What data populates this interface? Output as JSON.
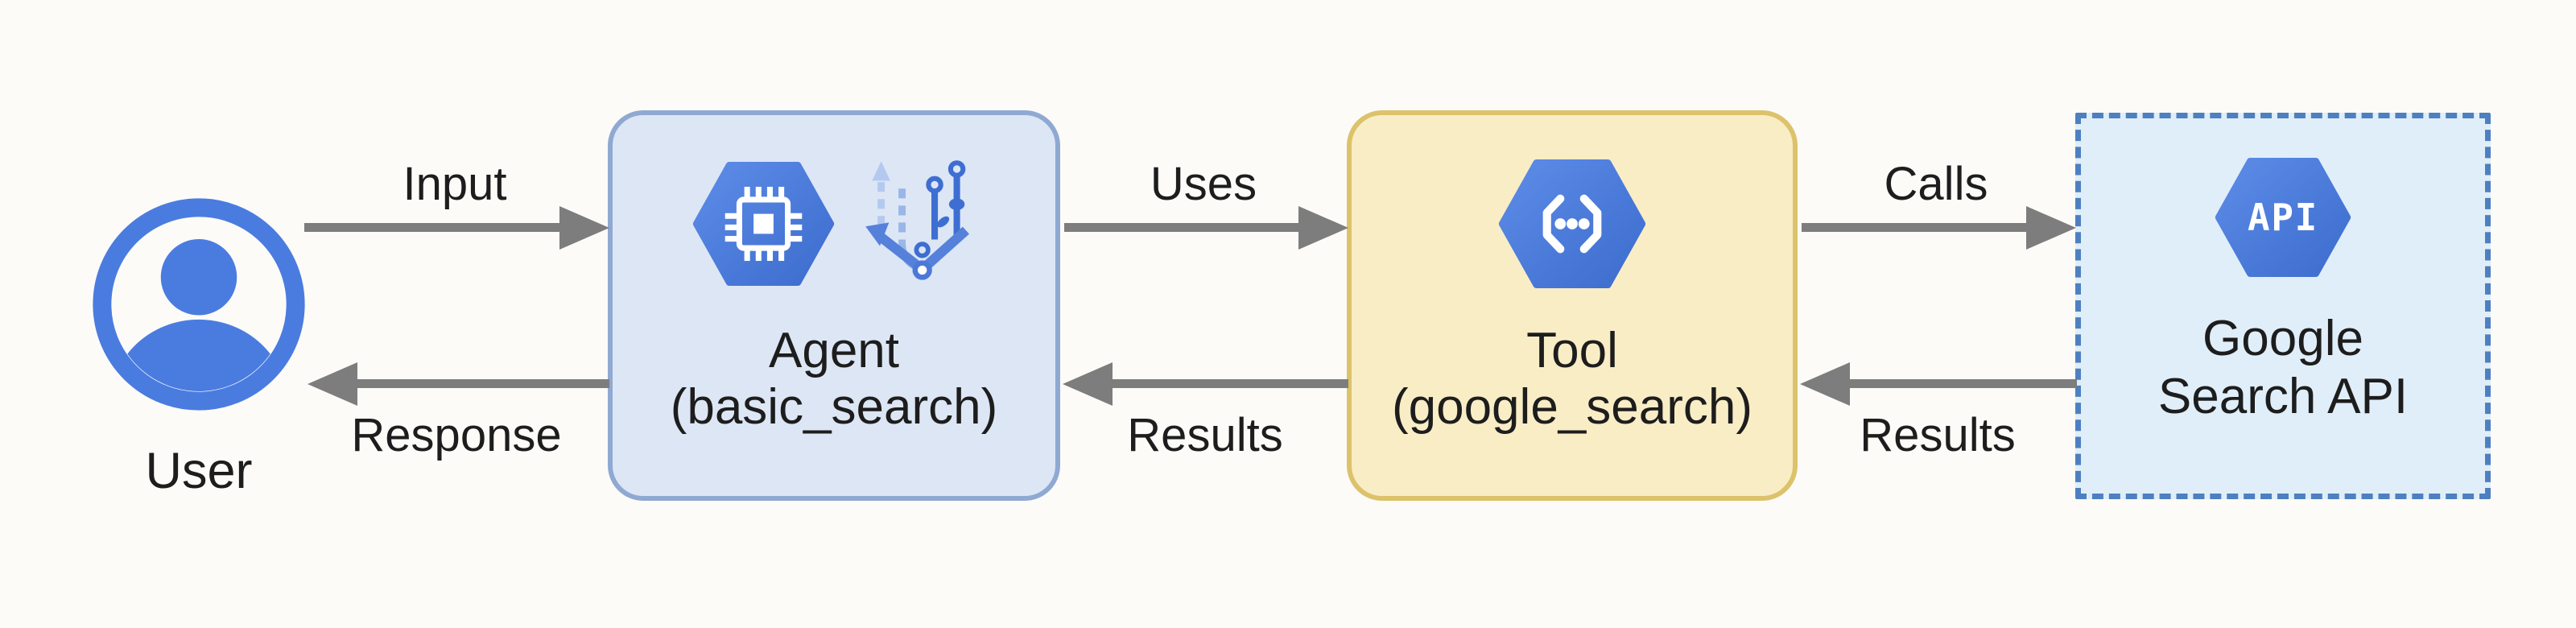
{
  "colors": {
    "bg": "#fcfbf8",
    "text": "#1d1d1d",
    "arrow": "#7d7d7d",
    "user-blue": "#4a7ce0",
    "agent-fill": "#dde6f5",
    "agent-border": "#8fa9d2",
    "tool-fill": "#f9edc6",
    "tool-border": "#dcc26a",
    "api-fill": "#e0eef9",
    "api-border": "#4d80c0",
    "hex-blue-light": "#5d8ce8",
    "hex-blue-dark": "#3c6ccd"
  },
  "diagram": {
    "nodes": {
      "user": {
        "label": "User",
        "icon": "account-circle-icon"
      },
      "agent": {
        "title": "Agent",
        "subtitle": "(basic_search)",
        "icons": [
          "cpu-hexagon-icon",
          "branch-flow-icon"
        ]
      },
      "tool": {
        "title": "Tool",
        "subtitle": "(google_search)",
        "icon": "code-dots-hexagon-icon"
      },
      "api": {
        "title_line1": "Google",
        "title_line2": "Search API",
        "badge": "API",
        "icon": "api-hexagon-icon"
      }
    },
    "edges": {
      "input": {
        "label": "Input",
        "from": "user",
        "to": "agent",
        "direction": "right"
      },
      "uses": {
        "label": "Uses",
        "from": "agent",
        "to": "tool",
        "direction": "right"
      },
      "calls": {
        "label": "Calls",
        "from": "tool",
        "to": "api",
        "direction": "right"
      },
      "response": {
        "label": "Response",
        "from": "agent",
        "to": "user",
        "direction": "left"
      },
      "results_tool_to_agent": {
        "label": "Results",
        "from": "tool",
        "to": "agent",
        "direction": "left"
      },
      "results_api_to_tool": {
        "label": "Results",
        "from": "api",
        "to": "tool",
        "direction": "left"
      }
    }
  }
}
